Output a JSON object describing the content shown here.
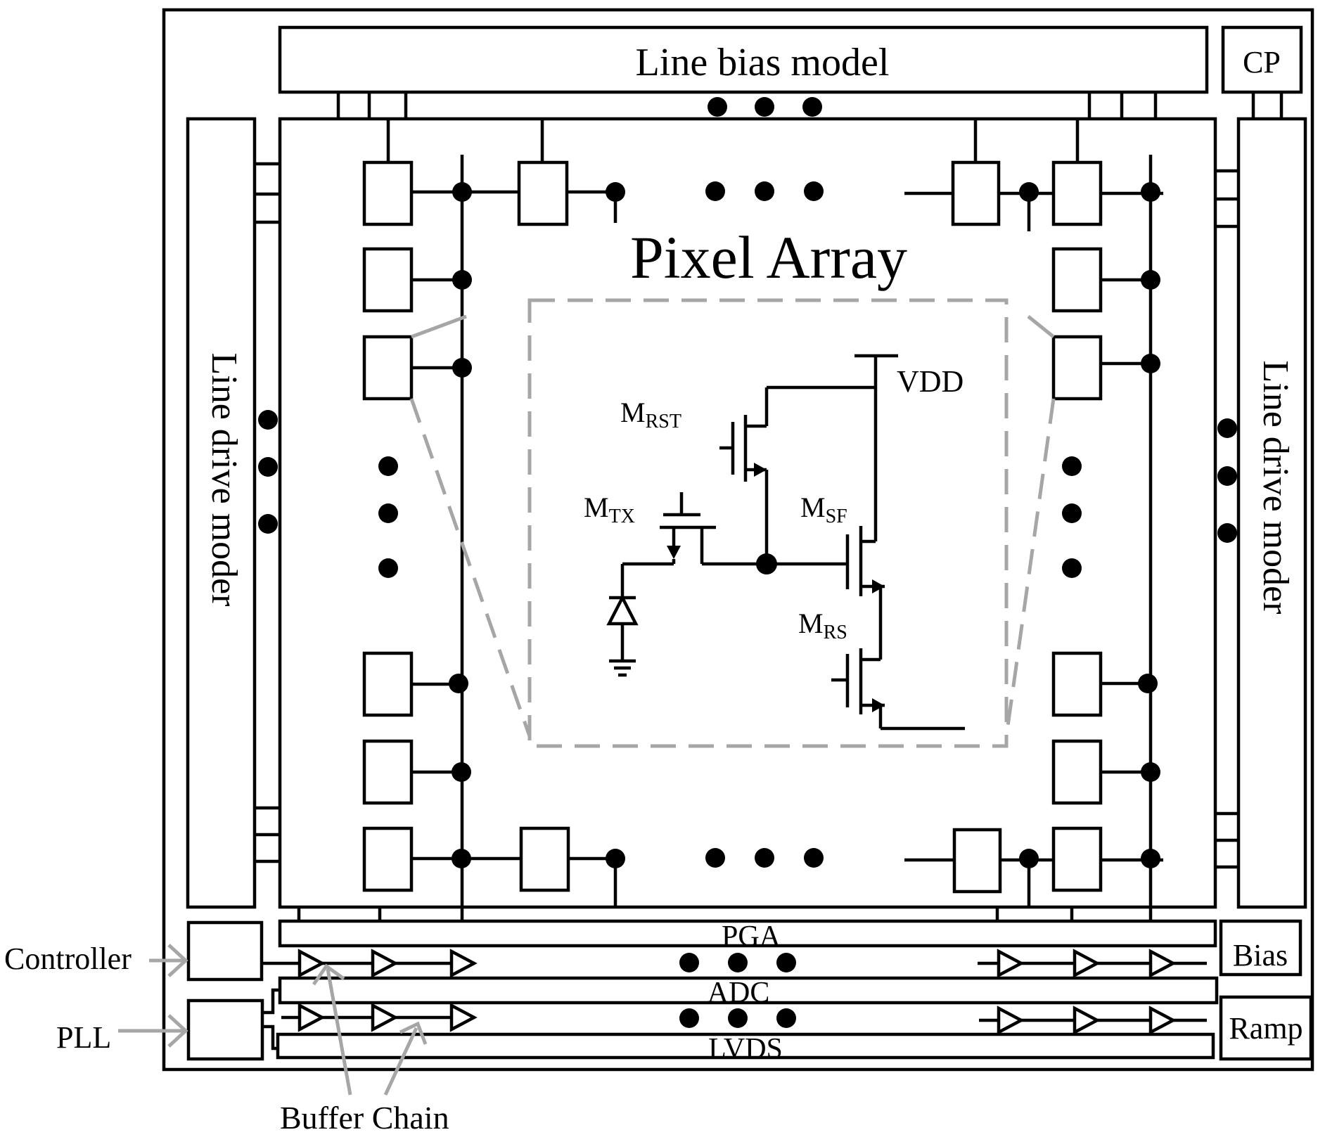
{
  "labels": {
    "line_bias": "Line bias model",
    "cp": "CP",
    "pixel_array": "Pixel Array",
    "line_drive_left": "Line drive moder",
    "line_drive_right": "Line drive moder",
    "vdd": "VDD",
    "m_rst_main": "M",
    "m_rst_sub": "RST",
    "m_tx_main": "M",
    "m_tx_sub": "TX",
    "m_sf_main": "M",
    "m_sf_sub": "SF",
    "m_rs_main": "M",
    "m_rs_sub": "RS",
    "pga": "PGA",
    "adc": "ADC",
    "lvds": "LVDS",
    "bias": "Bias",
    "ramp": "Ramp",
    "controller": "Controller",
    "pll": "PLL",
    "buffer_chain": "Buffer Chain"
  },
  "colors": {
    "line": "#000000",
    "callout": "#a6a6a6",
    "background": "#ffffff"
  }
}
